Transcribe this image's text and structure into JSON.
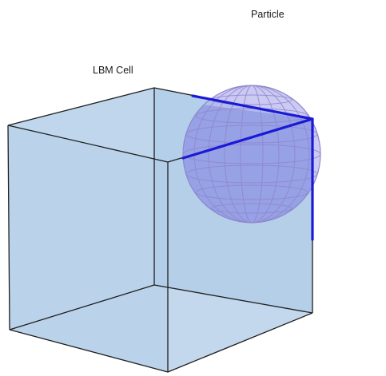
{
  "labels": {
    "particle": "Particle",
    "cell": "LBM Cell"
  },
  "colors": {
    "cell_face": "#a9c8e6",
    "sphere_fill": "#b8b4ee",
    "sphere_overlap": "#7d8bdf",
    "edge": "#1f1f1f",
    "intersection": "#1a1ad6"
  },
  "icons": [
    "cube-shape",
    "sphere-shape"
  ]
}
